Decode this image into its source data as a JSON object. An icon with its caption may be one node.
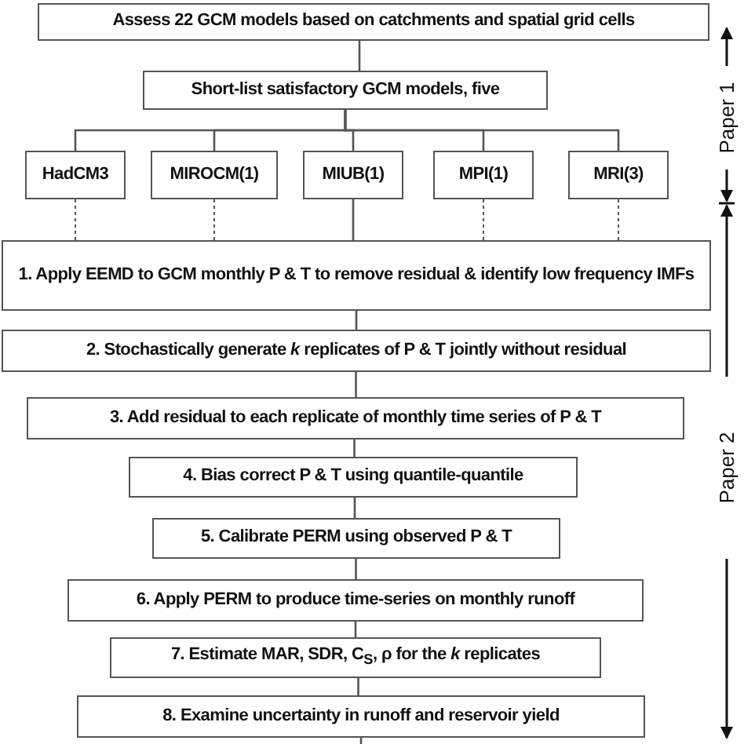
{
  "diagram": {
    "nodes": [
      {
        "text": [
          "Assess 22 GCM models based on catchments and spatial grid cells"
        ]
      },
      {
        "text": [
          "Short-list satisfactory GCM models, five"
        ]
      },
      {
        "text": [
          "HadCM3"
        ]
      },
      {
        "text": [
          "MIROCM(1)"
        ]
      },
      {
        "text": [
          "MIUB(1)"
        ]
      },
      {
        "text": [
          "MPI(1)"
        ]
      },
      {
        "text": [
          "MRI(3)"
        ]
      },
      {
        "text": [
          "1. Apply EEMD to GCM monthly P & T to remove residual & identify low frequency IMFs"
        ]
      },
      {
        "text": [
          "2. Stochastically generate *k* replicates of P & T jointly without residual"
        ]
      },
      {
        "text": [
          "3. Add residual to each replicate of monthly time series of P & T"
        ]
      },
      {
        "text": [
          "4. Bias correct P & T using quantile-quantile"
        ]
      },
      {
        "text": [
          "5. Calibrate PERM using observed P & T"
        ]
      },
      {
        "text": [
          "6. Apply PERM to produce time-series on monthly runoff"
        ]
      },
      {
        "text": [
          "7. Estimate MAR, SDR, C$_{S}$, ρ for the *k* replicates"
        ]
      },
      {
        "text": [
          "8. Examine uncertainty in runoff and reservoir yield"
        ]
      }
    ],
    "edges": [
      {
        "from": 0,
        "to": 1,
        "arrow": "none"
      },
      {
        "from": 1,
        "to": 2,
        "arrow": "none"
      },
      {
        "from": 1,
        "to": 3,
        "arrow": "none"
      },
      {
        "from": 1,
        "to": 4,
        "arrow": "none"
      },
      {
        "from": 1,
        "to": 5,
        "arrow": "none"
      },
      {
        "from": 1,
        "to": 6,
        "arrow": "none"
      },
      {
        "from": 2,
        "to": 7,
        "arrow": "none",
        "style": "dashed"
      },
      {
        "from": 3,
        "to": 7,
        "arrow": "none",
        "style": "dashed"
      },
      {
        "from": 4,
        "to": 7,
        "arrow": "none"
      },
      {
        "from": 5,
        "to": 7,
        "arrow": "none",
        "style": "dashed"
      },
      {
        "from": 6,
        "to": 7,
        "arrow": "none",
        "style": "dashed"
      },
      {
        "from": 7,
        "to": 8,
        "arrow": "none"
      },
      {
        "from": 8,
        "to": 9,
        "arrow": "none"
      },
      {
        "from": 9,
        "to": 10,
        "arrow": "none"
      },
      {
        "from": 10,
        "to": 11,
        "arrow": "none"
      },
      {
        "from": 11,
        "to": 12,
        "arrow": "none"
      },
      {
        "from": 12,
        "to": 13,
        "arrow": "none"
      },
      {
        "from": 13,
        "to": 14,
        "arrow": "none"
      },
      {
        "from": 14,
        "to": null,
        "arrow": "none"
      }
    ],
    "labels": [
      "Paper 1",
      "Paper 2"
    ]
  }
}
